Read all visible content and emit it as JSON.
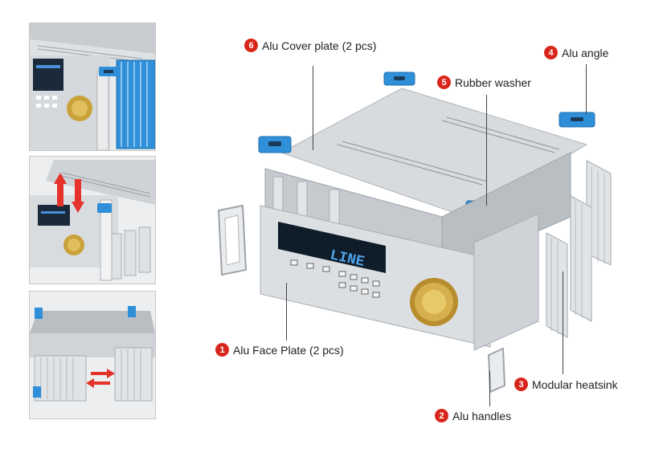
{
  "colors": {
    "accent_blue": "#2f8fd8",
    "badge_red": "#d9261c",
    "gold": "#c9a23a",
    "aluminum": "#d7dadd",
    "arrow_red": "#e5322b"
  },
  "thumbnails": [
    {
      "id": "thumb-1"
    },
    {
      "id": "thumb-2"
    },
    {
      "id": "thumb-3"
    }
  ],
  "callouts": [
    {
      "number": "6",
      "label": "Alu Cover plate (2 pcs)"
    },
    {
      "number": "4",
      "label": "Alu angle"
    },
    {
      "number": "5",
      "label": "Rubber washer"
    },
    {
      "number": "1",
      "label": "Alu Face Plate (2 pcs)"
    },
    {
      "number": "3",
      "label": "Modular heatsink"
    },
    {
      "number": "2",
      "label": "Alu handles"
    }
  ],
  "display_text": "LINE",
  "icons": [
    "knob-icon",
    "arrow-icon",
    "washer-icon",
    "handle-icon"
  ]
}
